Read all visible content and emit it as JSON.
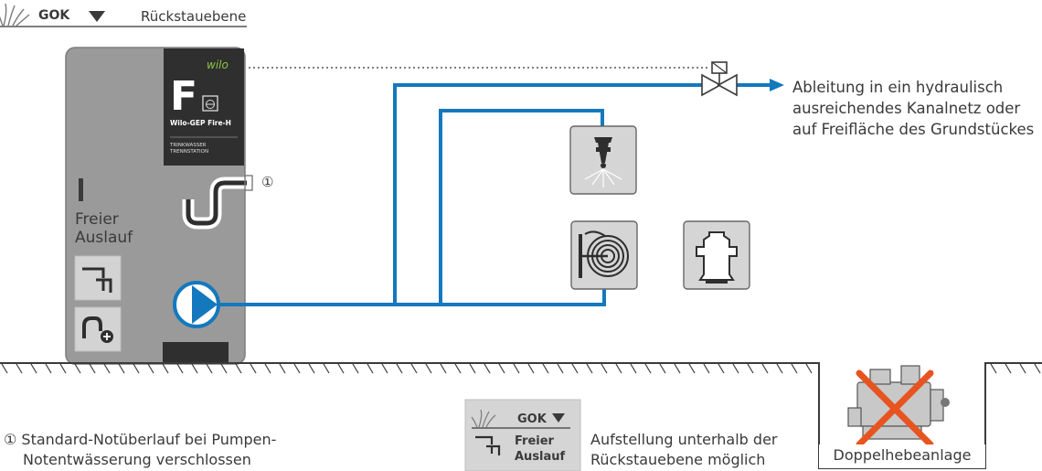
{
  "top": {
    "gok_label": "GOK",
    "backflow_label": "Rückstauebene"
  },
  "station": {
    "brand": "wilo",
    "letter": "F",
    "model": "Wilo-GEP Fire-H",
    "subtitle_line1": "TRINKWASSER",
    "subtitle_line2": "TRENNSTATION",
    "free_outlet_line1": "Freier",
    "free_outlet_line2": "Auslauf",
    "overflow_marker": "①"
  },
  "outlet": {
    "line1": "Ableitung in ein hydraulisch",
    "line2": "ausreichendes Kanalnetz oder",
    "line3": "auf Freifläche des Grundstückes"
  },
  "footnote": {
    "line1": "① Standard-Notüberlauf bei Pumpen-",
    "line2": "Notentwässerung verschlossen"
  },
  "legend": {
    "gok_label": "GOK",
    "outlet_line1": "Freier",
    "outlet_line2": "Auslauf",
    "text_line1": "Aufstellung unterhalb der",
    "text_line2": "Rückstauebene möglich"
  },
  "crossed_out": {
    "label": "Doppelhebeanlage"
  },
  "colors": {
    "pipe": "#1478be",
    "cross": "#e8541f",
    "station": "#9a9a9a",
    "panel": "#2f2f2f",
    "brand": "#8cc63f"
  },
  "icons": [
    "grass-icon",
    "down-triangle-icon",
    "sprinkler-icon",
    "hose-reel-icon",
    "hydrant-icon",
    "pump-icon",
    "siphon-icon",
    "free-outlet-icon",
    "drain-plus-icon",
    "valve-icon",
    "arrow-right-icon"
  ]
}
